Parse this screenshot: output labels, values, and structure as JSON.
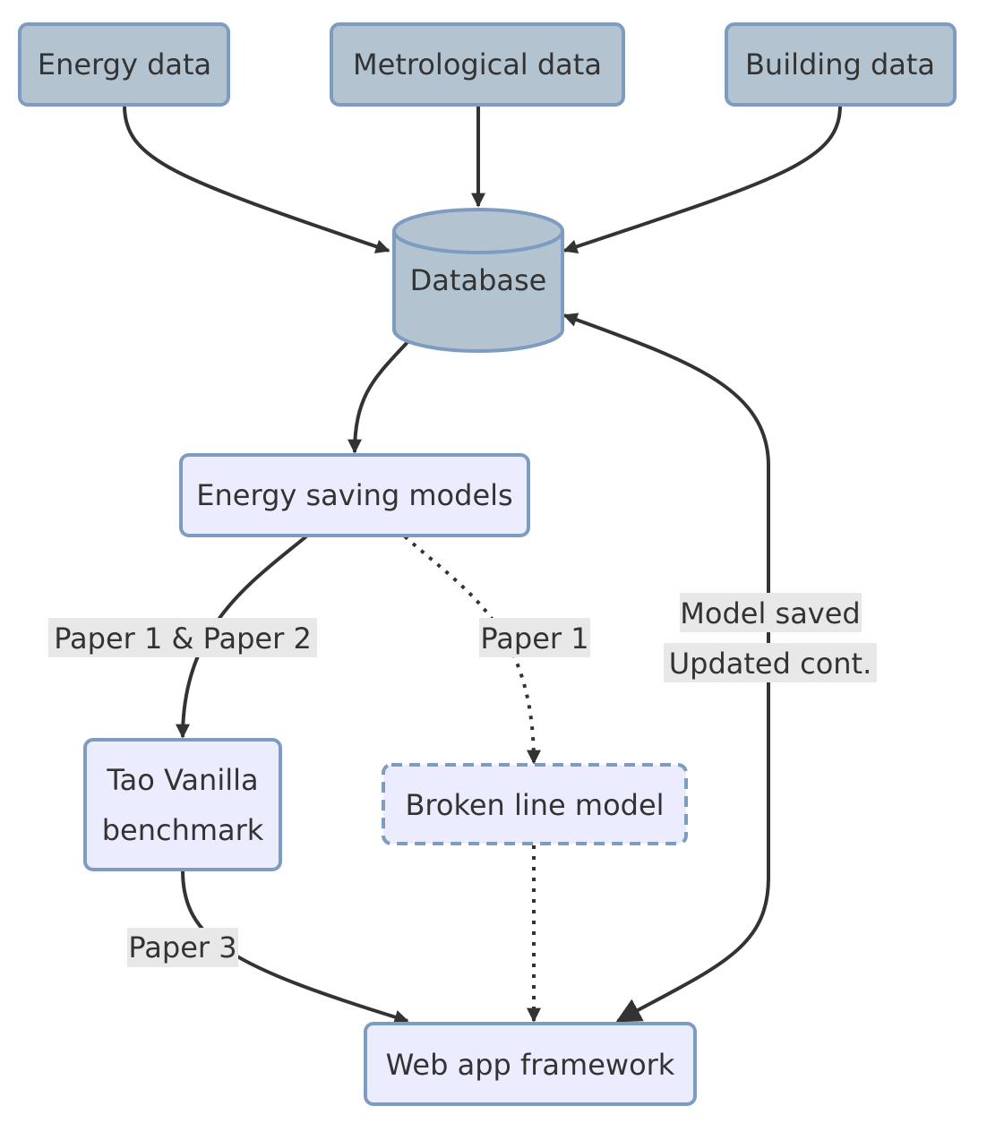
{
  "diagram": {
    "type": "flowchart",
    "colors": {
      "data_node_fill": "#b3c4d0",
      "data_node_stroke": "#7e9cc1",
      "process_node_fill": "#ececff",
      "process_node_stroke": "#7e9cc1",
      "edge": "#333333",
      "edge_label_bg": "#e8e8e8",
      "text": "#333333"
    },
    "nodes": {
      "energy_data": {
        "label": "Energy data",
        "style": "data"
      },
      "metrological_data": {
        "label": "Metrological data",
        "style": "data"
      },
      "building_data": {
        "label": "Building data",
        "style": "data"
      },
      "database": {
        "label": "Database",
        "style": "data",
        "shape": "cylinder"
      },
      "energy_saving_models": {
        "label": "Energy saving models",
        "style": "process"
      },
      "tao_vanilla": {
        "label_line1": "Tao Vanilla",
        "label_line2": "benchmark",
        "style": "process"
      },
      "broken_line_model": {
        "label": "Broken line model",
        "style": "process",
        "border": "dashed"
      },
      "web_app": {
        "label": "Web app framework",
        "style": "process"
      }
    },
    "edges": [
      {
        "from": "Energy data",
        "to": "Database",
        "style": "solid",
        "label": ""
      },
      {
        "from": "Metrological data",
        "to": "Database",
        "style": "solid",
        "label": ""
      },
      {
        "from": "Building data",
        "to": "Database",
        "style": "solid",
        "label": ""
      },
      {
        "from": "Database",
        "to": "Energy saving models",
        "style": "solid",
        "label": ""
      },
      {
        "from": "Energy saving models",
        "to": "Tao Vanilla benchmark",
        "style": "solid",
        "label": "Paper 1 & Paper 2"
      },
      {
        "from": "Energy saving models",
        "to": "Broken line model",
        "style": "dotted",
        "label": "Paper 1"
      },
      {
        "from": "Tao Vanilla benchmark",
        "to": "Web app framework",
        "style": "solid",
        "label": "Paper 3"
      },
      {
        "from": "Broken line model",
        "to": "Web app framework",
        "style": "dotted",
        "label": ""
      },
      {
        "from": "Web app framework",
        "to": "Database",
        "style": "solid-bidirectional",
        "label_line1": "Model saved",
        "label_line2": "Updated cont."
      }
    ],
    "edge_labels": {
      "paper12": "Paper 1 & Paper 2",
      "paper1": "Paper 1",
      "paper3": "Paper 3",
      "model_saved": "Model saved",
      "updated_cont": "Updated cont."
    }
  }
}
